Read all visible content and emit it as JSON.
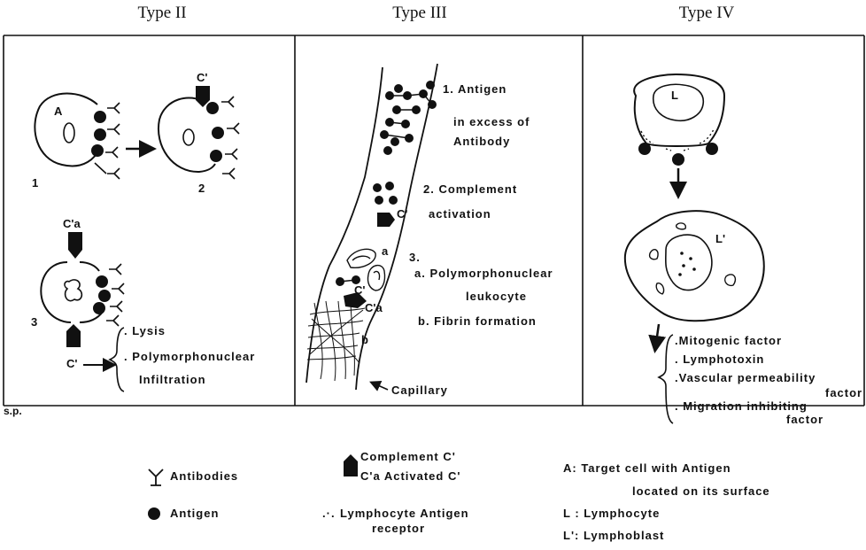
{
  "headers": {
    "type2": "Type II",
    "type3": "Type III",
    "type4": "Type IV"
  },
  "type2": {
    "cell_label": "A",
    "c_prime": "C'",
    "c_a": "C'a",
    "c_bottom": "C'",
    "step1": "1",
    "step2": "2",
    "step3": "3",
    "outcomes": [
      ". Lysis",
      ". Polymorphonuclear",
      "Infiltration"
    ]
  },
  "type3": {
    "step1": [
      "1. Antigen",
      "in excess of",
      "Antibody"
    ],
    "step2": [
      "2. Complement",
      "activation"
    ],
    "step3_num": "3.",
    "step3a": [
      "a. Polymorphonuclear",
      "leukocyte"
    ],
    "step3b": "b. Fibrin formation",
    "c_prime_1": "C'",
    "c_prime_2": "C'",
    "c_a": "C'a",
    "label_a": "a",
    "label_b": "b",
    "capillary": "Capillary"
  },
  "type4": {
    "lymphocyte_label": "L",
    "lymphoblast_label": "L'",
    "factors": [
      ".Mitogenic factor",
      ". Lymphotoxin",
      ".Vascular permeability",
      "factor",
      ". Migration inhibiting",
      "factor"
    ]
  },
  "signature": "s.p.",
  "legend": {
    "antibodies": "Antibodies",
    "antigen": "Antigen",
    "complement": "Complement C'",
    "activated": "C'a Activated C'",
    "receptor_line1": "Lymphocyte Antigen",
    "receptor_line2": "receptor",
    "target_line1": "A: Target cell with Antigen",
    "target_line2": "located on its surface",
    "lymphocyte": "L : Lymphocyte",
    "lymphoblast": "L': Lymphoblast"
  }
}
